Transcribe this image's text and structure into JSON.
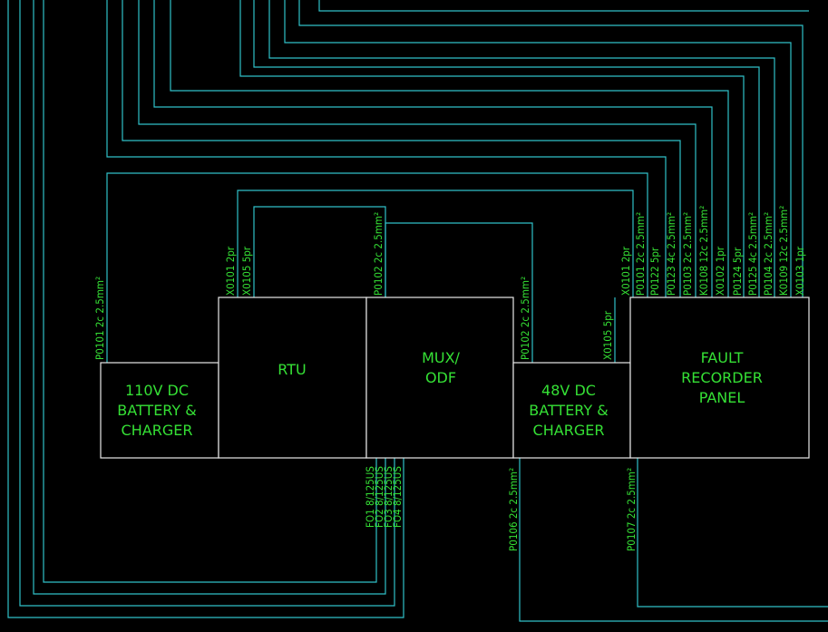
{
  "equipment": {
    "battery_110v": [
      "110V DC",
      "BATTERY &",
      "CHARGER"
    ],
    "rtu": [
      "RTU"
    ],
    "mux_odf": [
      "MUX/",
      "ODF"
    ],
    "battery_48v": [
      "48V DC",
      "BATTERY &",
      "CHARGER"
    ],
    "fault_recorder": [
      "FAULT",
      "RECORDER",
      "PANEL"
    ]
  },
  "cables": {
    "p0101_battery": "P0101 2c 2.5mm²",
    "x0101_rtu": "X0101 2pr",
    "x0105_rtu": "X0105 5pr",
    "p0102_mux_top": "P0102 2c 2.5mm²",
    "p0102_48v": "P0102 2c 2.5mm²",
    "x0105_48v": "X0105 5pr",
    "fo1": "FO1 8/125US",
    "fo2": "FO2 8/125US",
    "fo3": "FO3 8/125US",
    "fo4": "FO4 8/125US",
    "p0106": "P0106 2c 2.5mm²",
    "p0107": "P0107 2c 2.5mm²",
    "fr": [
      "X0101 2pr",
      "P0101 2c 2.5mm²",
      "P0122 5pr",
      "P0123 4c 2.5mm²",
      "P0103 2c 2.5mm²",
      "K0108 12c 2.5mm²",
      "X0102 1pr",
      "P0124 5pr",
      "P0125 4c 2.5mm²",
      "P0104 2c 2.5mm²",
      "K0109 12c 2.5mm²",
      "X0103 1pr"
    ]
  }
}
